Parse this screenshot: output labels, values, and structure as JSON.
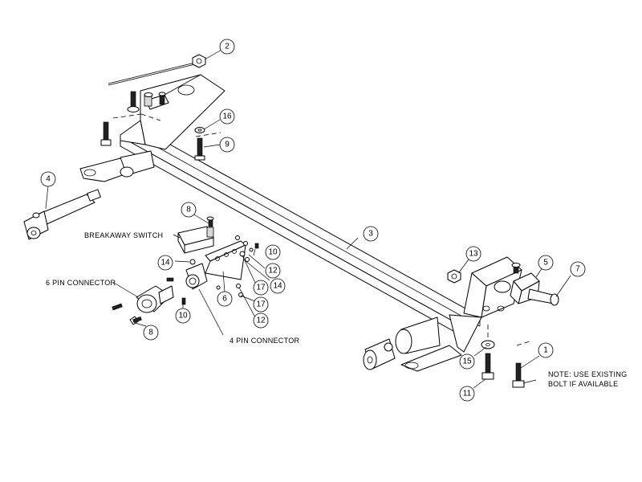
{
  "balloons": {
    "b1": "1",
    "b2": "2",
    "b3": "3",
    "b4": "4",
    "b5": "5",
    "b6": "6",
    "b7": "7",
    "b8a": "8",
    "b8b": "8",
    "b9": "9",
    "b10a": "10",
    "b10b": "10",
    "b11": "11",
    "b12a": "12",
    "b12b": "12",
    "b13": "13",
    "b14a": "14",
    "b14b": "14",
    "b15": "15",
    "b16": "16",
    "b17a": "17",
    "b17b": "17"
  },
  "labels": {
    "breakaway_switch": "BREAKAWAY SWITCH",
    "six_pin_connector": "6 PIN CONNECTOR",
    "four_pin_connector": "4 PIN CONNECTOR",
    "note_line1": "NOTE: USE EXISTING",
    "note_line2": "BOLT IF AVAILABLE"
  }
}
